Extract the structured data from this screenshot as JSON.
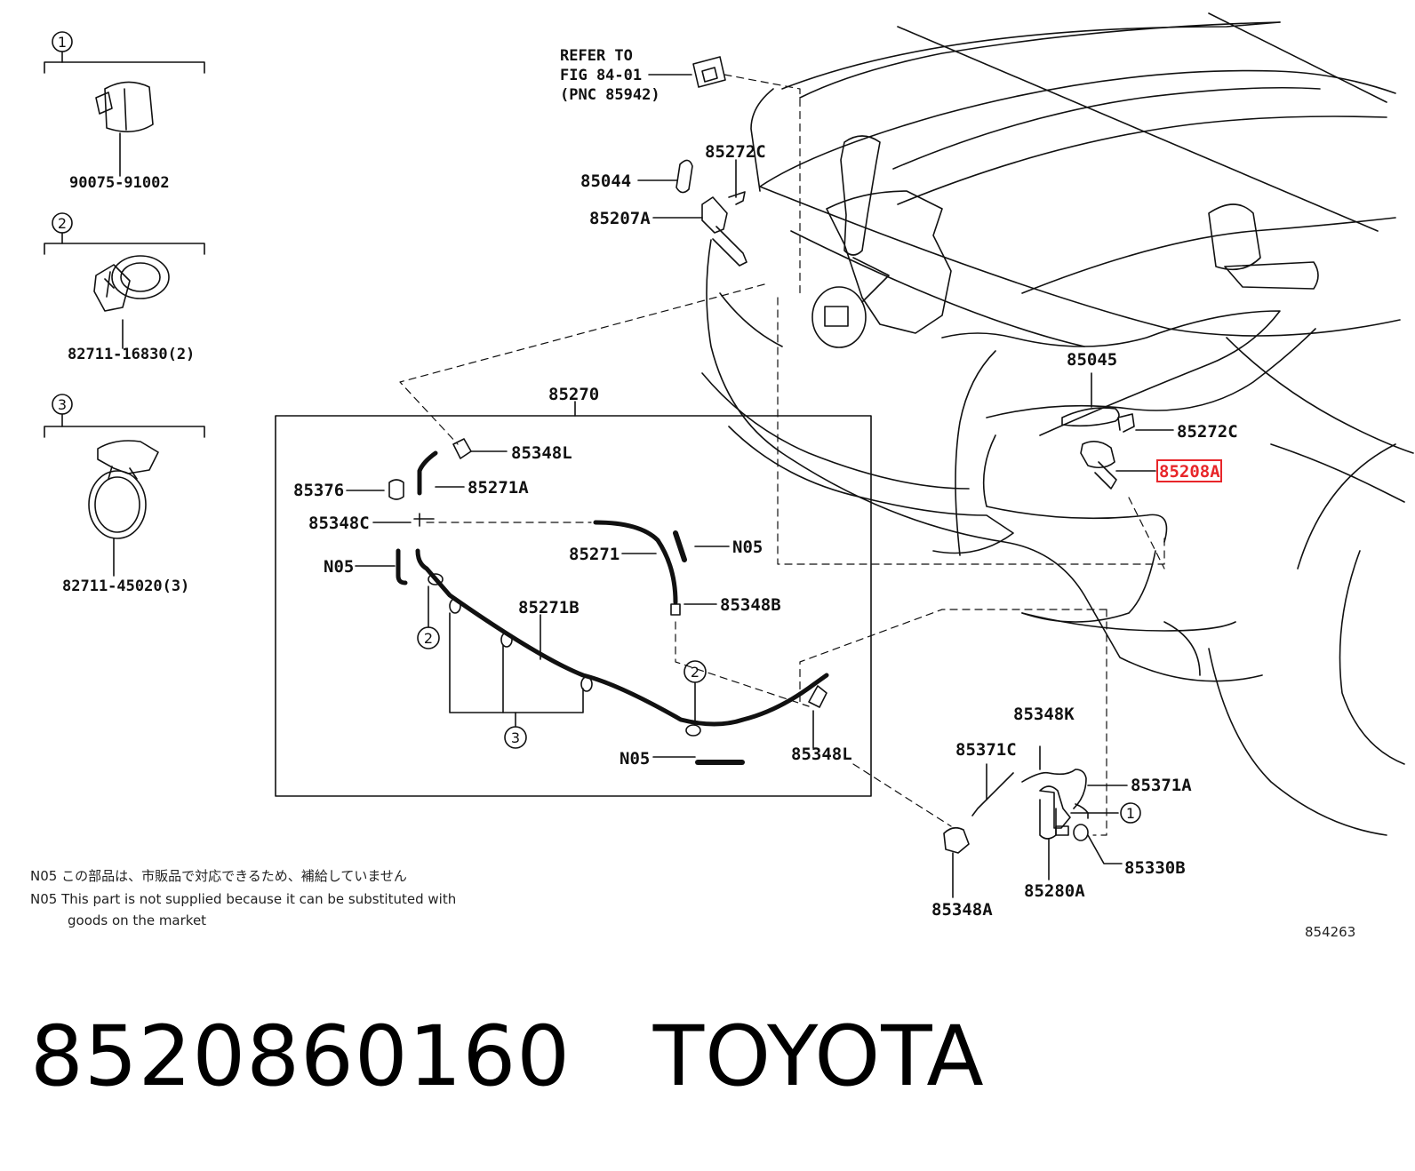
{
  "legend": [
    {
      "num": "1",
      "part": "90075-91002"
    },
    {
      "num": "2",
      "part": "82711-16830(2)"
    },
    {
      "num": "3",
      "part": "82711-45020(3)"
    }
  ],
  "refer": [
    "REFER TO",
    "FIG 84-01",
    "(PNC 85942)"
  ],
  "labels": {
    "p85272C_top": "85272C",
    "p85044": "85044",
    "p85207A": "85207A",
    "p85270": "85270",
    "p85045": "85045",
    "p85272C_right": "85272C",
    "p85208A": "85208A",
    "p85348L_top": "85348L",
    "p85376": "85376",
    "p85271A": "85271A",
    "p85348C": "85348C",
    "p85271": "85271",
    "n05_a": "N05",
    "n05_b": "N05",
    "p85348B": "85348B",
    "p85271B": "85271B",
    "n05_c": "N05",
    "p85348L_bottom": "85348L",
    "p85348K": "85348K",
    "p85371C": "85371C",
    "p85371A": "85371A",
    "p85330B": "85330B",
    "p85280A": "85280A",
    "p85348A": "85348A",
    "circle_2a": "2",
    "circle_2b": "2",
    "circle_3": "3",
    "circle_1": "1"
  },
  "notes": {
    "jp": "N05 この部品は、市販品で対応できるため、補給していません",
    "en1": "N05 This part is not supplied because it can be substituted with",
    "en2": "goods on the market"
  },
  "fig_code": "854263",
  "caption": "8520860160   TOYOTA",
  "highlight_color": "#e8262a"
}
